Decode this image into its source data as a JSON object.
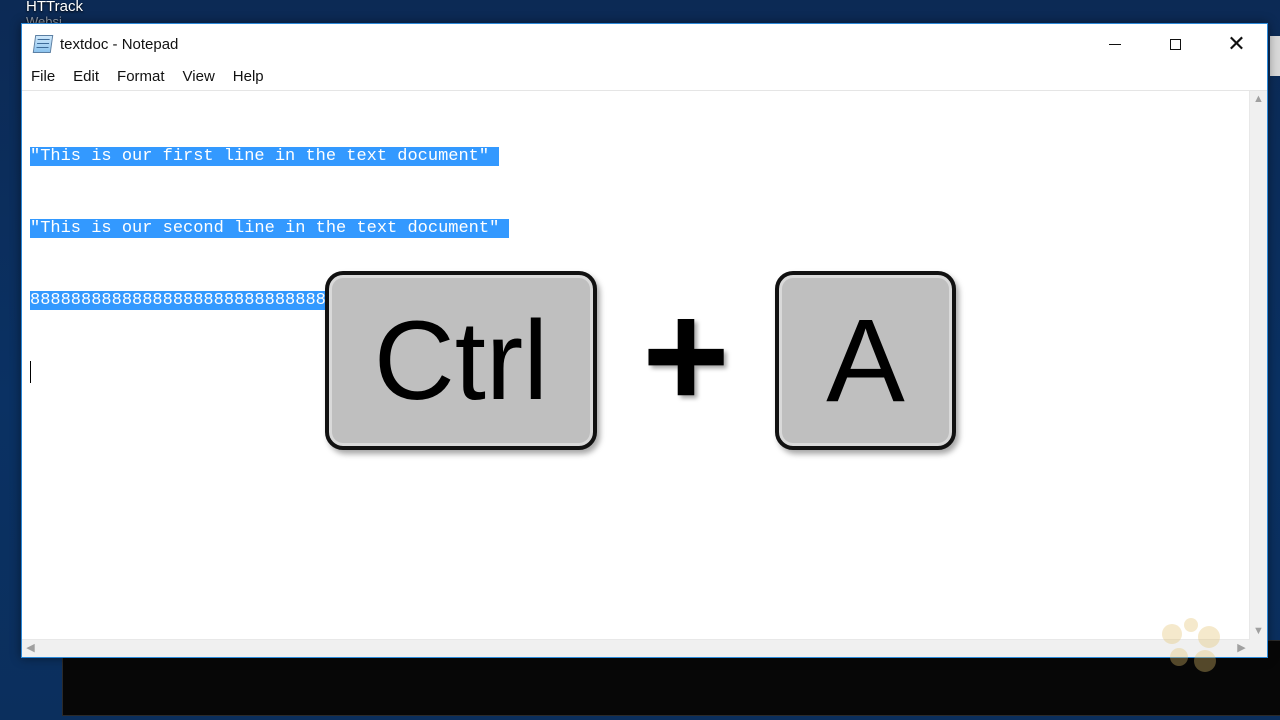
{
  "desktop": {
    "icon_label": "HTTrack",
    "icon_label_partial": "Websi..."
  },
  "window": {
    "title": "textdoc - Notepad",
    "icon": "notepad-icon",
    "controls": {
      "minimize": "minimize-icon",
      "maximize": "maximize-icon",
      "close": "close-icon",
      "close_glyph": "✕"
    }
  },
  "menu": {
    "items": [
      "File",
      "Edit",
      "Format",
      "View",
      "Help"
    ]
  },
  "editor": {
    "lines": [
      "\"This is our first line in the text document\" ",
      "\"This is our second line in the text document\" ",
      "8888888888888888888888888888888888888888888"
    ],
    "selection_color": "#3399ff"
  },
  "overlay": {
    "key1": "Ctrl",
    "plus": "+",
    "key2": "A"
  },
  "scrollbars": {
    "up": "▲",
    "down": "▼",
    "left": "◀",
    "right": "▶"
  },
  "colors": {
    "accent": "#2b88d8",
    "key_face": "#bfbfbf"
  }
}
